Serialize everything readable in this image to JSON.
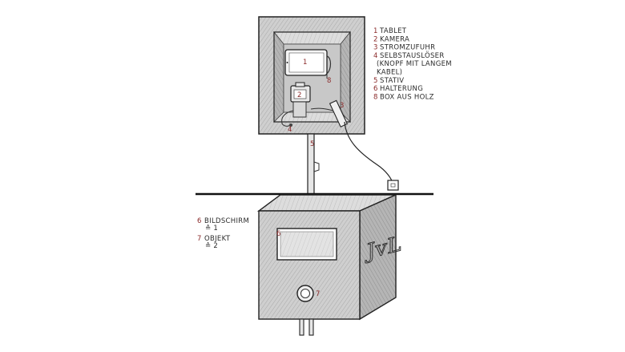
{
  "legend_top": [
    {
      "num": "1",
      "label": "TABLET"
    },
    {
      "num": "2",
      "label": "KAMERA"
    },
    {
      "num": "3",
      "label": "STROMZUFUHR"
    },
    {
      "num": "4",
      "label": "SELBSTAUSLÖSER"
    },
    {
      "num": "",
      "label": "(KNOPF MIT LANGEM"
    },
    {
      "num": "",
      "label": "KABEL)"
    },
    {
      "num": "5",
      "label": "STATIV"
    },
    {
      "num": "6",
      "label": "HALTERUNG"
    },
    {
      "num": "8",
      "label": "BOX AUS HOLZ"
    }
  ],
  "legend_bottom": [
    {
      "num": "6",
      "label": "BILDSCHIRM",
      "sub": "≙ 1"
    },
    {
      "num": "7",
      "label": "OBJEKT",
      "sub": "≙ 2"
    }
  ],
  "tags": {
    "tablet": "1",
    "camera": "2",
    "power": "3",
    "release": "4",
    "tripod": "5",
    "mount": "8",
    "screen": "6",
    "object": "7"
  },
  "monogram": "JvL",
  "colors": {
    "ink": "#2b2b2b",
    "number_ink": "#8a2a2a",
    "wood_front": "#c9c9c9",
    "wood_side": "#b3b3b3",
    "wood_top": "#d9d9d9",
    "inner_back": "#bdbdbd"
  }
}
